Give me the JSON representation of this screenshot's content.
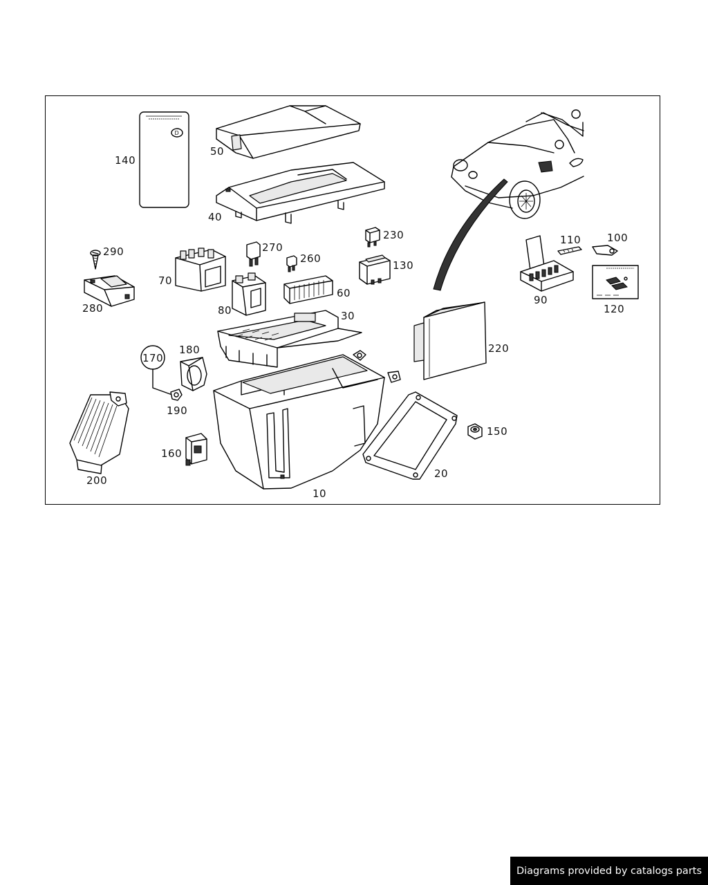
{
  "diagram": {
    "labels": {
      "p10": "10",
      "p20": "20",
      "p30": "30",
      "p40": "40",
      "p50": "50",
      "p60": "60",
      "p70": "70",
      "p80": "80",
      "p90": "90",
      "p100": "100",
      "p110": "110",
      "p120": "120",
      "p130": "130",
      "p140": "140",
      "p150": "150",
      "p160": "160",
      "p170": "170",
      "p180": "180",
      "p190": "190",
      "p200": "200",
      "p220": "220",
      "p230": "230",
      "p260": "260",
      "p270": "270",
      "p280": "280",
      "p290": "290"
    },
    "card_badge": "D"
  },
  "footer": {
    "text": "Diagrams provided by catalogs parts"
  }
}
